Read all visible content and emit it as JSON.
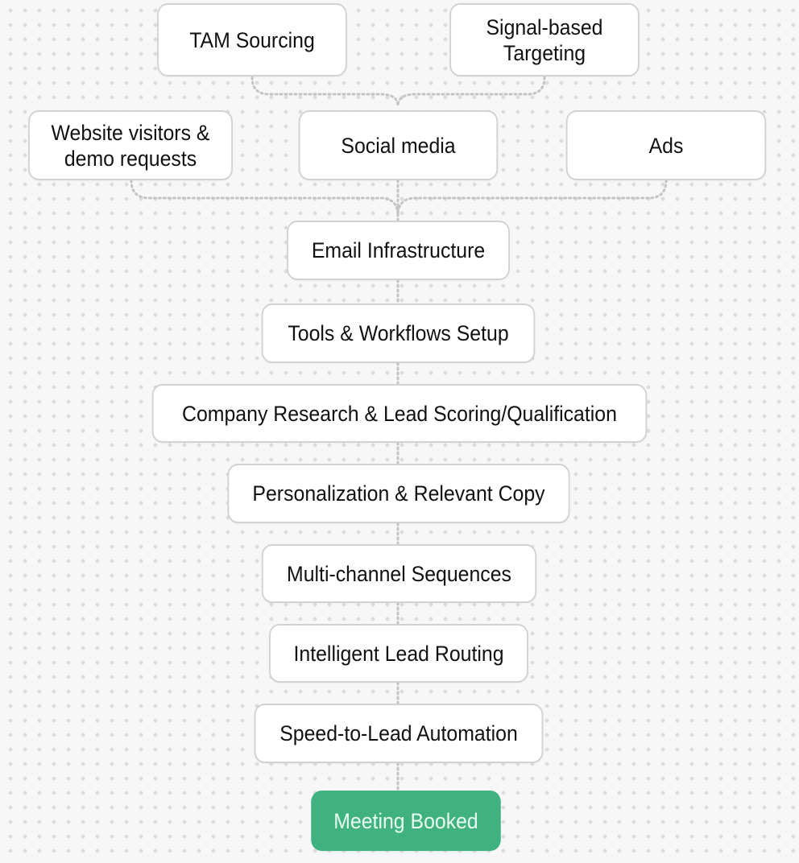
{
  "diagram": {
    "sources_top": [
      {
        "id": "tam",
        "label": "TAM Sourcing"
      },
      {
        "id": "signal",
        "label": "Signal-based\nTargeting"
      }
    ],
    "sources_middle": [
      {
        "id": "website",
        "label": "Website visitors &\ndemo requests"
      },
      {
        "id": "social",
        "label": "Social media"
      },
      {
        "id": "ads",
        "label": "Ads"
      }
    ],
    "pipeline": [
      {
        "id": "email",
        "label": "Email Infrastructure"
      },
      {
        "id": "tools",
        "label": "Tools & Workflows Setup"
      },
      {
        "id": "research",
        "label": "Company Research & Lead Scoring/Qualification"
      },
      {
        "id": "personalization",
        "label": "Personalization & Relevant Copy"
      },
      {
        "id": "sequences",
        "label": "Multi-channel Sequences"
      },
      {
        "id": "routing",
        "label": "Intelligent Lead Routing"
      },
      {
        "id": "speed",
        "label": "Speed-to-Lead Automation"
      }
    ],
    "outcome": {
      "id": "meeting",
      "label": "Meeting Booked"
    },
    "colors": {
      "outcome": "#3fb27f",
      "node_border": "#d2d2d2",
      "connector": "#c4c4c4",
      "background": "#f7f7f7"
    }
  }
}
